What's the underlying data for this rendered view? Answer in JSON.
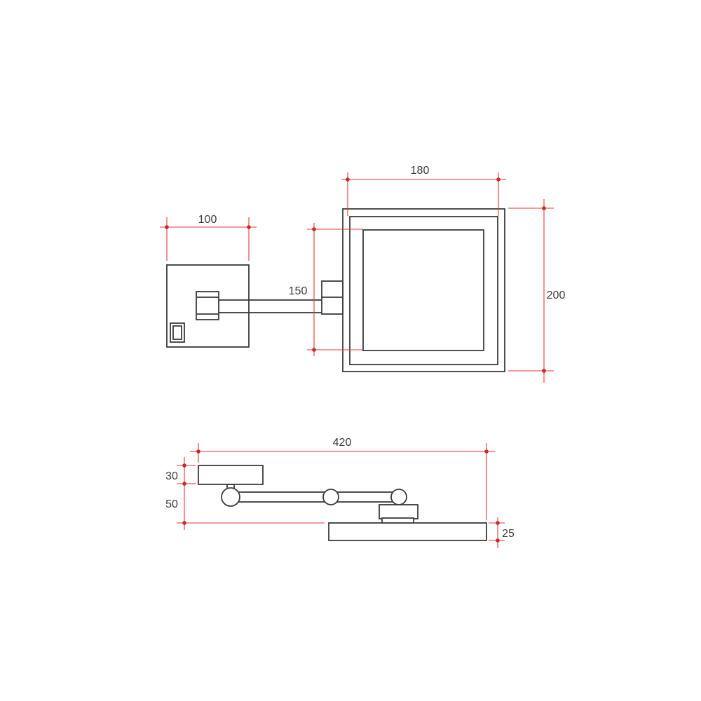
{
  "front_view": {
    "wall_plate_width": "100",
    "arm_height": "150",
    "mirror_width": "180",
    "mirror_height": "200"
  },
  "side_view": {
    "total_depth": "420",
    "plate_thickness": "30",
    "arm_offset": "50",
    "mirror_thickness": "25"
  },
  "colors": {
    "outline": "#3a3a3a",
    "dimension_line": "#e53935"
  }
}
